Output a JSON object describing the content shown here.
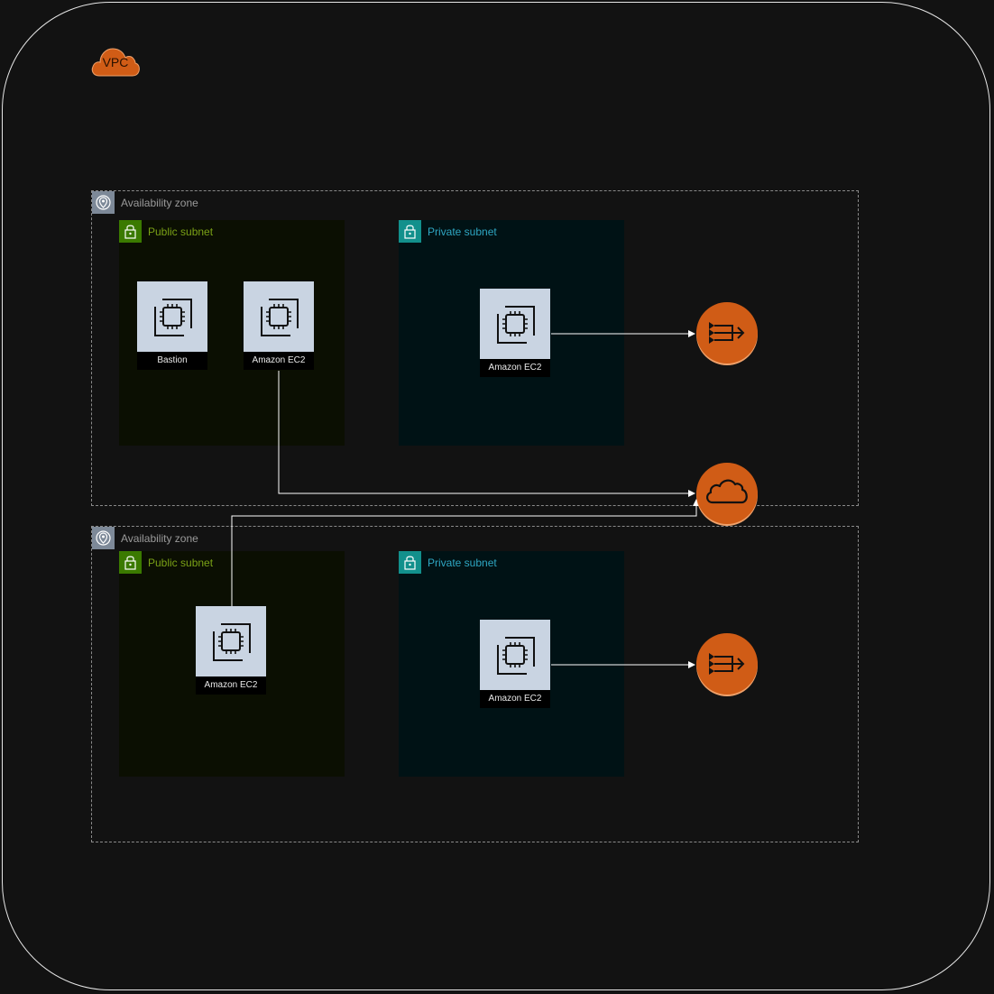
{
  "vpc": {
    "badge_label": "VPC",
    "frame_color": "#e6e6e6",
    "badge_color": "#d05c16"
  },
  "zones": [
    {
      "label": "Availability zone",
      "public_subnet": {
        "label": "Public subnet",
        "instances": [
          {
            "label": "Bastion"
          },
          {
            "label": "Amazon EC2"
          }
        ]
      },
      "private_subnet": {
        "label": "Private subnet",
        "instances": [
          {
            "label": "Amazon EC2"
          }
        ]
      },
      "gateway_icon": "nat-gateway-icon"
    },
    {
      "label": "Availability zone",
      "public_subnet": {
        "label": "Public subnet",
        "instances": [
          {
            "label": "Amazon EC2"
          }
        ]
      },
      "private_subnet": {
        "label": "Private subnet",
        "instances": [
          {
            "label": "Amazon EC2"
          }
        ]
      },
      "gateway_icon": "nat-gateway-icon"
    }
  ],
  "internet_gateway": {
    "icon": "internet-gateway-cloud-icon"
  },
  "colors": {
    "background": "#121212",
    "public_subnet_text": "#7aa116",
    "private_subnet_text": "#2ea7c3",
    "ec2_tile": "#c9d4e2",
    "gateway_orange": "#d05c16",
    "connector": "#ffffff"
  }
}
